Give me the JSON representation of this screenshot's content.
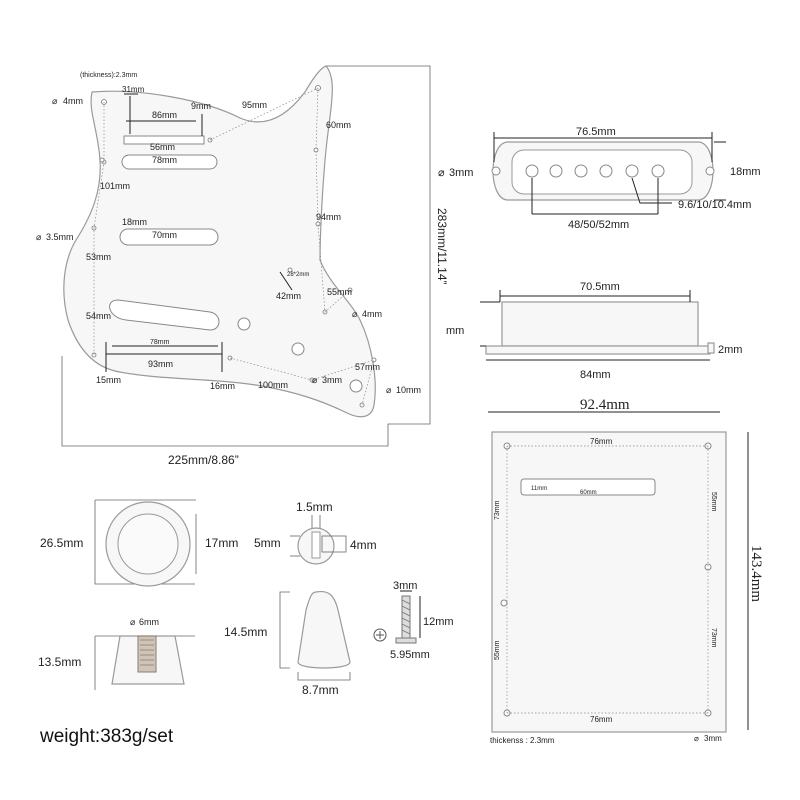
{
  "pickguard": {
    "thickness": "(thickness):2.3mm",
    "hole_4": "4mm",
    "d31": "31mm",
    "d9": "9mm",
    "d95": "95mm",
    "d86": "86mm",
    "d60": "60mm",
    "d56": "56mm",
    "d78a": "78mm",
    "d101": "101mm",
    "d94": "94mm",
    "d18": "18mm",
    "d70": "70mm",
    "hole_35": "3.5mm",
    "d53": "53mm",
    "d28x2": "28*2mm",
    "d42": "42mm",
    "d55": "55mm",
    "hole_4b": "4mm",
    "d54": "54mm",
    "d78b": "78mm",
    "d93": "93mm",
    "d57": "57mm",
    "hole_3": "3mm",
    "d15": "15mm",
    "d16": "16mm",
    "d100": "100mm",
    "hole_10": "10mm",
    "height": "283mm/11.14”",
    "width": "225mm/8.86”"
  },
  "pickup_cover": {
    "width": "76.5mm",
    "hole": "3mm",
    "height": "18mm",
    "pole_spacing": "48/50/52mm",
    "pole_size": "9.6/10/10.4mm"
  },
  "pickup_side": {
    "top": "70.5mm",
    "left": "mm",
    "flange": "2mm",
    "base": "84mm"
  },
  "backplate": {
    "width_total": "92.4mm",
    "height_total": "143.4mm",
    "top": "76mm",
    "slot_h": "11mm",
    "slot_w": "60mm",
    "right_top": "55mm",
    "left_top": "73mm",
    "left_bottom": "55mm",
    "right_bottom": "73mm",
    "bottom": "76mm",
    "thickness": "thickenss : 2.3mm",
    "hole": "3mm"
  },
  "knob_top": {
    "outer": "26.5mm",
    "inner": "17mm"
  },
  "knob_side": {
    "hole": "6mm",
    "height": "13.5mm"
  },
  "switch_bolt": {
    "d15": "1.5mm",
    "d5": "5mm",
    "d4": "4mm"
  },
  "switch_tip": {
    "height": "14.5mm",
    "base": "8.7mm"
  },
  "screw": {
    "d3": "3mm",
    "length": "12mm",
    "head": "5.95mm"
  },
  "weight": "weight:383g/set",
  "colors": {
    "part_fill": "#f7f7f7",
    "part_stroke": "#9a9a9a",
    "ink": "#222222"
  }
}
